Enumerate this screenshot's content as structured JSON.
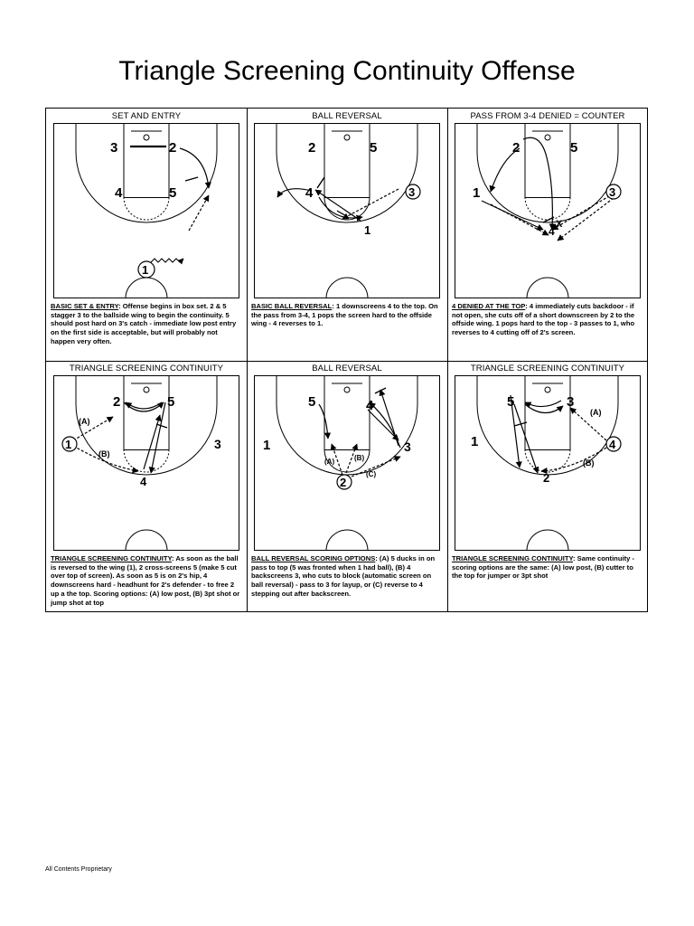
{
  "page": {
    "title": "Triangle Screening Continuity Offense",
    "footer": "All Contents Proprietary"
  },
  "panels": [
    {
      "title": "SET AND ENTRY",
      "heading": "BASIC SET & ENTRY",
      "text": ": Offense begins in box set. 2 & 5 stagger 3 to the ballside wing to begin the continuity. 5 should post hard on 3's catch - immediate low post entry on the first side is acceptable, but will probably not happen very often.",
      "players": [
        "3",
        "2",
        "4",
        "5",
        "1"
      ]
    },
    {
      "title": "BALL REVERSAL",
      "heading": "BASIC BALL REVERSAL",
      "text": ": 1 downscreens 4 to the top. On the pass from 3-4, 1 pops the screen hard to the offside wing - 4 reverses to 1.",
      "players": [
        "2",
        "5",
        "4",
        "3",
        "1"
      ]
    },
    {
      "title": "PASS FROM 3-4 DENIED = COUNTER",
      "heading": "4 DENIED AT THE TOP",
      "text": ": 4 immediately cuts backdoor - if not open, she cuts off of a short downscreen by 2 to the offside wing. 1 pops hard to the top - 3 passes to 1, who reverses to 4 cutting off of 2's screen.",
      "players": [
        "2",
        "5",
        "1",
        "3",
        "4",
        "X"
      ]
    },
    {
      "title": "TRIANGLE SCREENING CONTINUITY",
      "heading": "TRIANGLE SCREENING CONTINUITY",
      "text": ": As soon as the ball is reversed to the wing (1), 2 cross-screens 5 (make 5 cut over top of screen). As soon as 5 is on 2's hip, 4 downscreens hard - headhunt for 2's defender - to free 2 up a the top. Scoring options: (A) low post, (B) 3pt shot or jump shot at top",
      "players": [
        "2",
        "5",
        "1",
        "3",
        "4"
      ],
      "options": [
        "(A)",
        "(B)"
      ]
    },
    {
      "title": "BALL REVERSAL",
      "heading": "BALL REVERSAL SCORING OPTIONS",
      "text": ": (A) 5 ducks in on pass to top (5 was fronted when 1 had ball), (B) 4 backscreens 3, who cuts to block (automatic screen on ball reversal) - pass to 3 for layup, or (C) reverse to 4 stepping out after backscreen.",
      "players": [
        "5",
        "4",
        "1",
        "3",
        "2"
      ],
      "options": [
        "(A)",
        "(B)",
        "(C)"
      ]
    },
    {
      "title": "TRIANGLE SCREENING CONTINUITY",
      "heading": "TRIANGLE SCREENING CONTINUITY",
      "text": ": Same continuity - scoring options are the same: (A) low post, (B) cutter to the top for jumper or 3pt shot",
      "players": [
        "5",
        "3",
        "1",
        "4",
        "2"
      ],
      "options": [
        "(A)",
        "(B)"
      ]
    }
  ]
}
